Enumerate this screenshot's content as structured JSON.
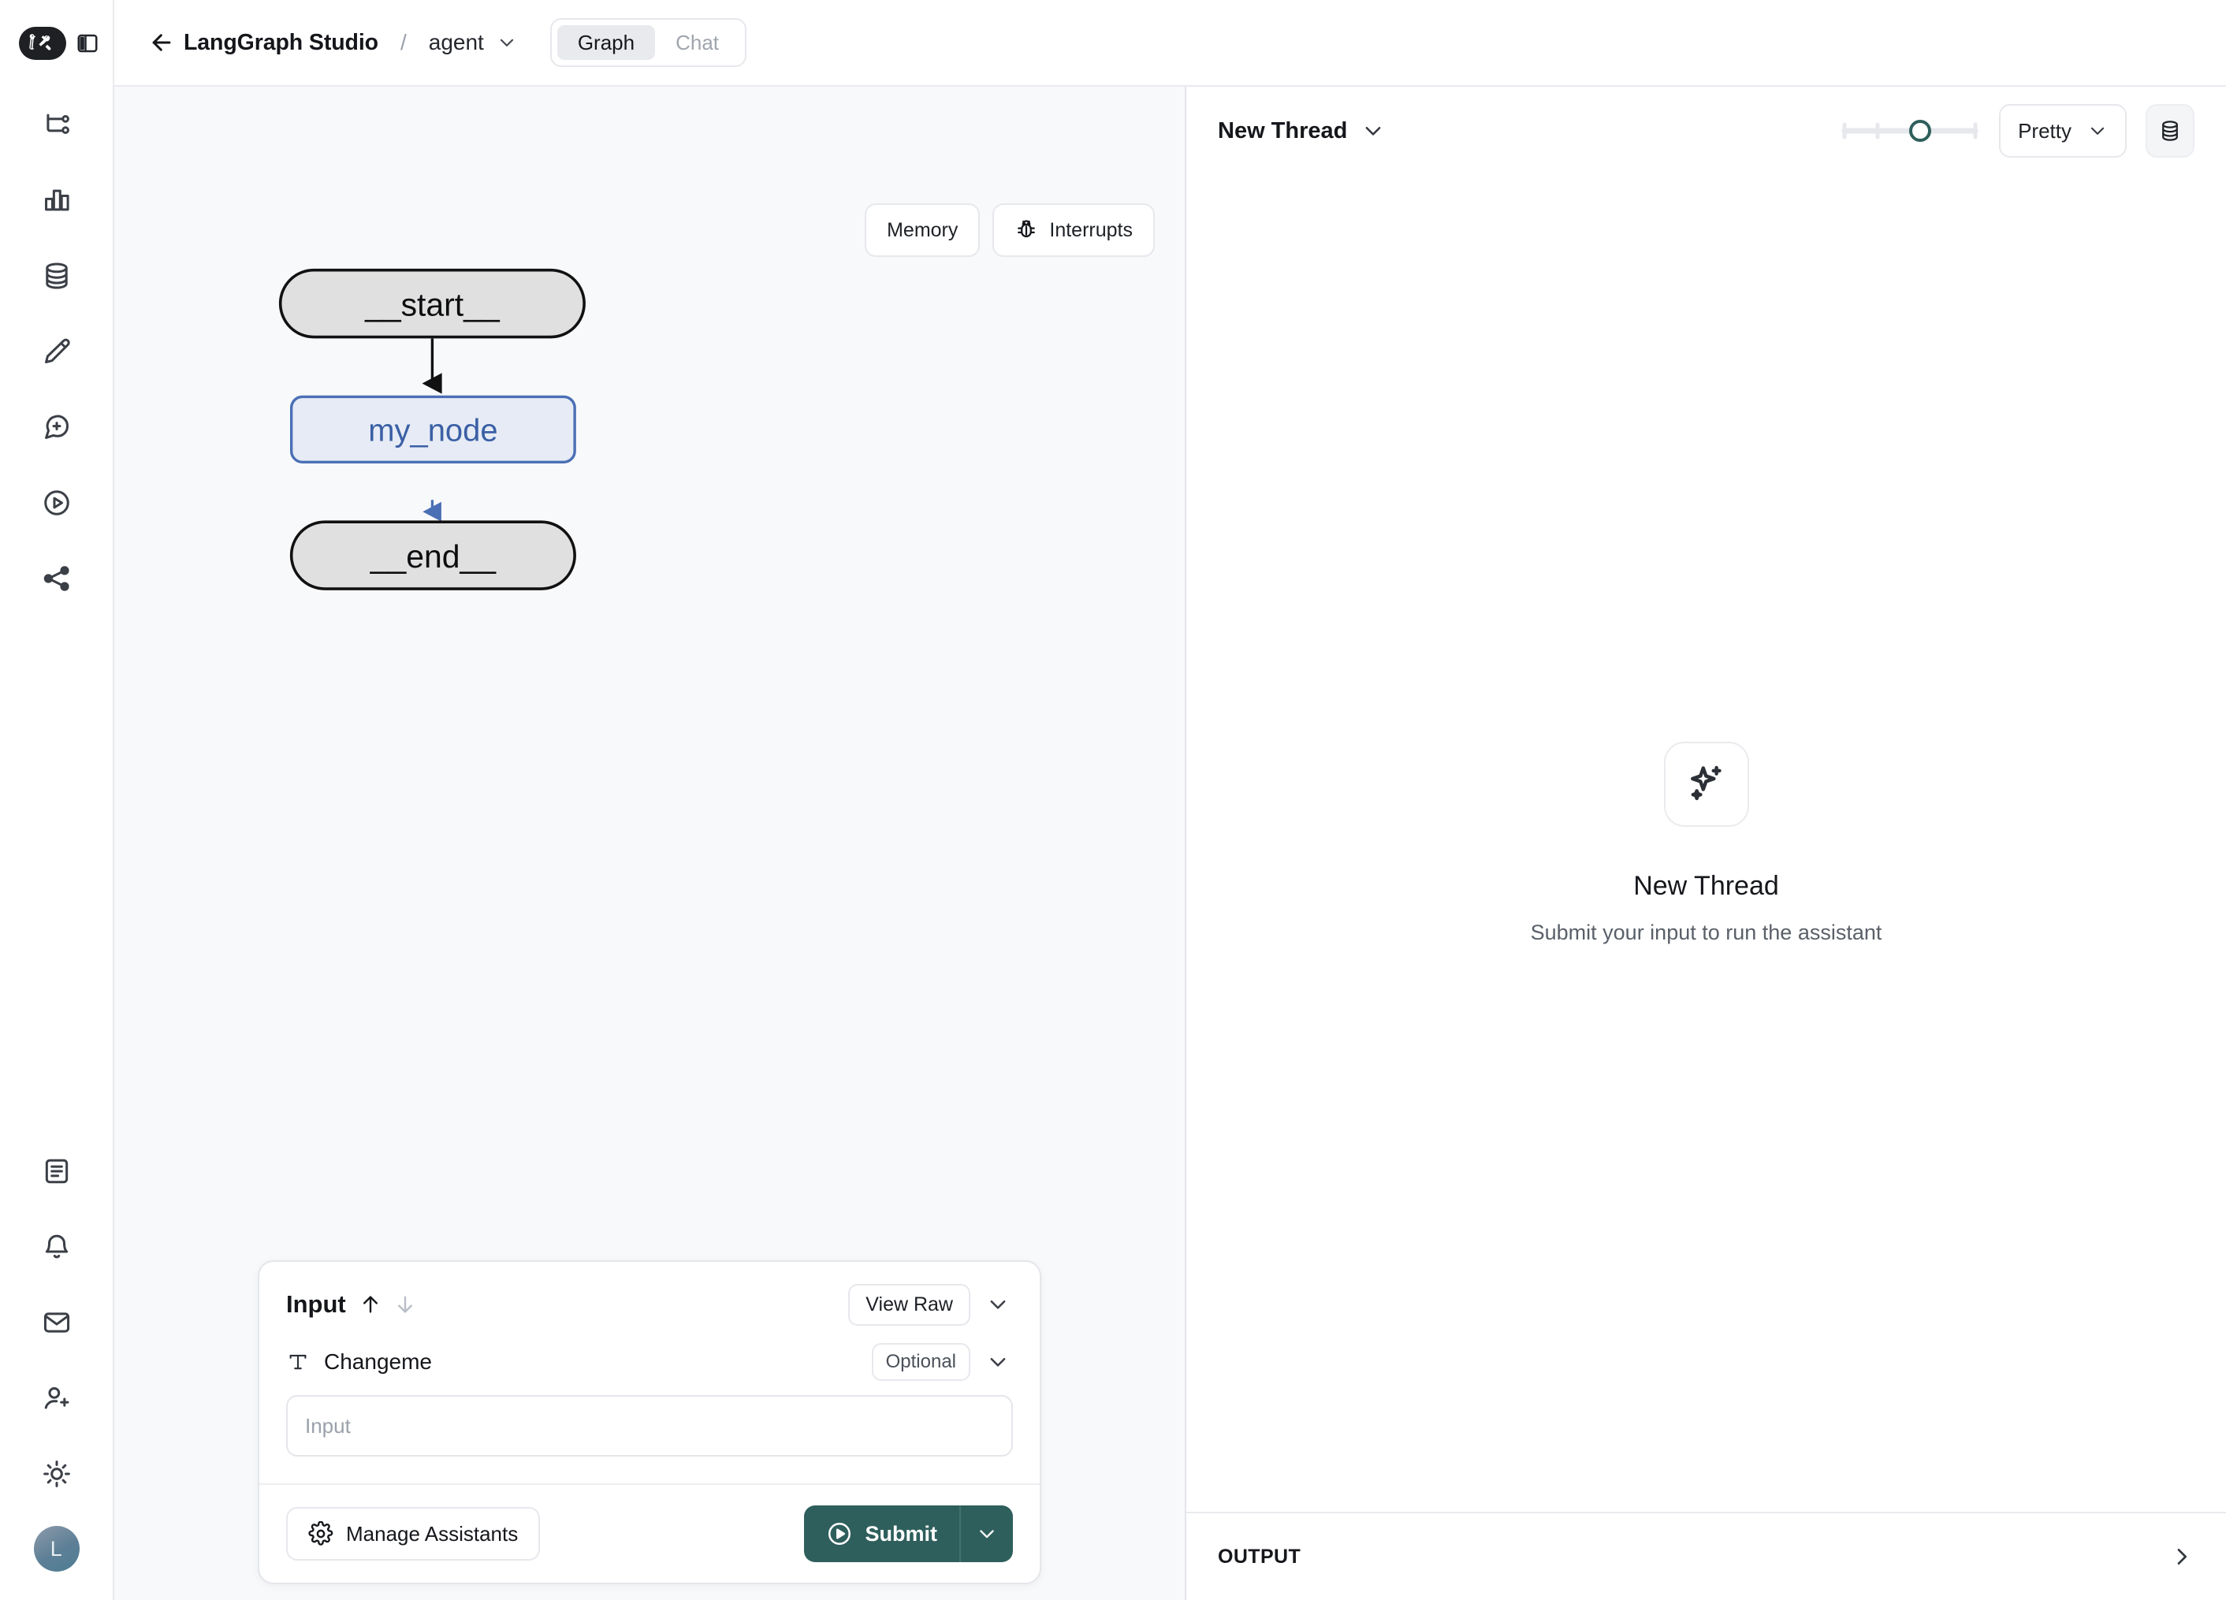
{
  "app": {
    "logo_icon": "langchain-parrot-tools-logo",
    "panel_toggle_icon": "sidebar-toggle-icon"
  },
  "topbar": {
    "back_icon": "arrow-left-icon",
    "title": "LangGraph Studio",
    "separator": "/",
    "graph_name": "agent",
    "graph_caret_icon": "chevron-down-icon",
    "tabs": [
      {
        "label": "Graph",
        "active": true
      },
      {
        "label": "Chat",
        "active": false
      }
    ]
  },
  "rail": {
    "items": [
      {
        "name": "graph-flow-icon"
      },
      {
        "name": "bar-chart-icon"
      },
      {
        "name": "database-icon"
      },
      {
        "name": "pencil-icon"
      },
      {
        "name": "chat-plus-icon"
      },
      {
        "name": "play-circle-icon"
      },
      {
        "name": "share-nodes-icon"
      }
    ],
    "bottom_items": [
      {
        "name": "document-icon"
      },
      {
        "name": "bell-icon"
      },
      {
        "name": "mail-icon"
      },
      {
        "name": "user-plus-icon"
      },
      {
        "name": "sun-icon"
      }
    ],
    "avatar_initial": "L"
  },
  "graph": {
    "toolbar": [
      {
        "label": "Memory",
        "icon": null
      },
      {
        "label": "Interrupts",
        "icon": "bug-icon"
      }
    ],
    "nodes": [
      {
        "id": "start",
        "label": "__start__",
        "style": "terminal"
      },
      {
        "id": "my_node",
        "label": "my_node",
        "style": "active"
      },
      {
        "id": "end",
        "label": "__end__",
        "style": "terminal"
      }
    ],
    "edges": [
      {
        "from": "start",
        "to": "my_node",
        "color": "#111111"
      },
      {
        "from": "my_node",
        "to": "end",
        "color": "#4a6fb5"
      }
    ],
    "colors": {
      "terminal_fill": "#e0e0e0",
      "terminal_stroke": "#111111",
      "active_fill": "#e6ebf5",
      "active_stroke": "#4a6fb5",
      "active_text": "#3a5fa5",
      "pane_bg": "#f8f9fb"
    }
  },
  "input_panel": {
    "title": "Input",
    "up_icon": "arrow-up-icon",
    "down_icon": "arrow-down-icon",
    "view_raw_label": "View Raw",
    "collapse_icon": "chevron-down-icon",
    "field": {
      "type_icon": "text-type-icon",
      "label": "Changeme",
      "badge": "Optional",
      "badge_caret_icon": "chevron-down-icon",
      "value": "",
      "placeholder": "Input"
    },
    "manage_assistants": {
      "label": "Manage Assistants",
      "icon": "gear-icon"
    },
    "submit": {
      "label": "Submit",
      "icon": "play-circle-icon",
      "caret_icon": "chevron-down-icon",
      "color": "#2e5f5c"
    }
  },
  "right_panel": {
    "thread_label": "New Thread",
    "thread_caret_icon": "chevron-down-icon",
    "slider": {
      "name": "history-slider",
      "value_position_pct": 58,
      "accent": "#2e5f5c"
    },
    "format_select": {
      "value": "Pretty",
      "caret_icon": "chevron-down-icon"
    },
    "state_button_icon": "database-icon",
    "empty_state": {
      "icon": "sparkles-icon",
      "title": "New Thread",
      "subtitle": "Submit your input to run the assistant"
    },
    "output_bar": {
      "label": "OUTPUT",
      "expand_icon": "chevron-right-icon"
    }
  }
}
